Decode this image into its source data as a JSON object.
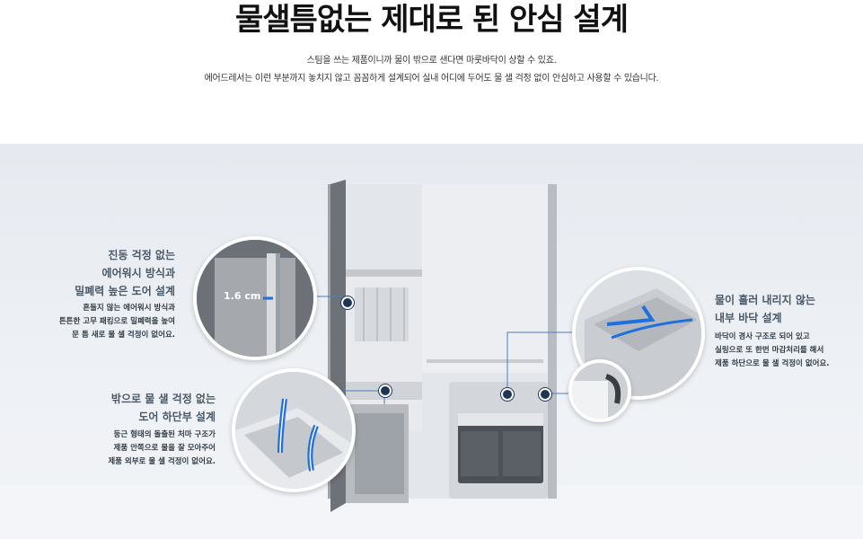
{
  "header": {
    "title": "물샐틈없는 제대로 된 안심 설계",
    "subtitle_line1": "스팀을 쓰는 제품이니까 물이 밖으로 샌다면 마룻바닥이 상할 수 있죠.",
    "subtitle_line2": "에어드레서는 이런 부분까지 놓치지 않고 꼼꼼하게 설계되어 실내 어디에 두어도 물 샐 걱정 없이 안심하고 사용할 수 있습니다."
  },
  "features": {
    "door_seal": {
      "heading": [
        "진동 걱정 없는",
        "에어워시 방식과",
        "밀폐력 높은 도어 설계"
      ],
      "desc": [
        "흔들지 않는 에어워시 방식과",
        "튼튼한 고무 패킹으로 밀폐력을 높여",
        "문 틈 새로 물 샐 걱정이 없어요."
      ],
      "measure_label": "1.6 cm"
    },
    "door_bottom": {
      "heading": [
        "밖으로 물 샐 걱정 없는",
        "도어 하단부 설계"
      ],
      "desc": [
        "둥근 형태의 돌출된 처마 구조가",
        "제품 안쪽으로 물을 잘 모아주어",
        "제품 외부로 물 샐 걱정이 없어요."
      ]
    },
    "inner_floor": {
      "heading": [
        "물이 흘러 내리지 않는",
        "내부 바닥 설계"
      ],
      "desc": [
        "바닥이 경사 구조로 되어 있고",
        "실링으로 또 한번 마감처리를 해서",
        "제품 하단으로 물 샐 걱정이 없어요."
      ]
    }
  },
  "colors": {
    "heading": "#4a5968",
    "accent_blue": "#1f6fe0",
    "dot": "#1d3557"
  }
}
